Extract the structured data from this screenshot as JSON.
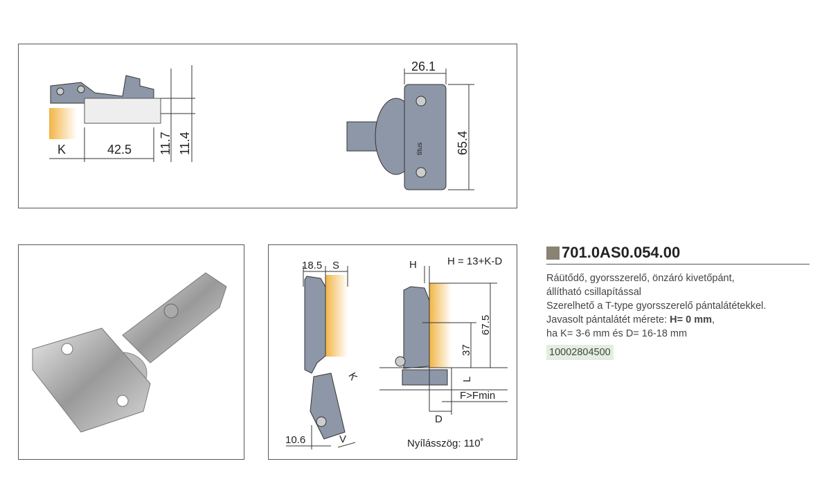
{
  "top_drawing": {
    "dims": {
      "k": "K",
      "length": "42.5",
      "h1": "11.7",
      "h2": "11.4",
      "width": "26.1",
      "height": "65.4"
    },
    "brand_mark": "titus"
  },
  "side_drawing": {
    "formula": "H = 13+K-D",
    "dims": {
      "a": "18.5",
      "s": "S",
      "k": "K",
      "b": "10.6",
      "v": "V",
      "h": "H",
      "d1": "67.5",
      "d2": "37",
      "l": "L",
      "f": "F>Fmin",
      "d": "D"
    },
    "angle_label": "Nyílásszög: 110˚"
  },
  "product": {
    "code": "701.0AS0.054.00",
    "description_lines": [
      "Ráütődő, gyorsszerelő, önzáró kivetőpánt,",
      "állítható csillapítással",
      "Szerelhető a T-type gyorsszerelő pántalátétekkel."
    ],
    "recommend_prefix": "Javasolt pántalátét mérete: ",
    "recommend_value": "H= 0 mm",
    "recommend_suffix": ",",
    "condition": "ha K= 3-6 mm és D= 16-18 mm",
    "article_number": "10002804500"
  },
  "colors": {
    "hinge": "#8d97a8",
    "wood": "#f2b546",
    "accent_square": "#8a8272",
    "code_bg": "#e3eee0"
  }
}
